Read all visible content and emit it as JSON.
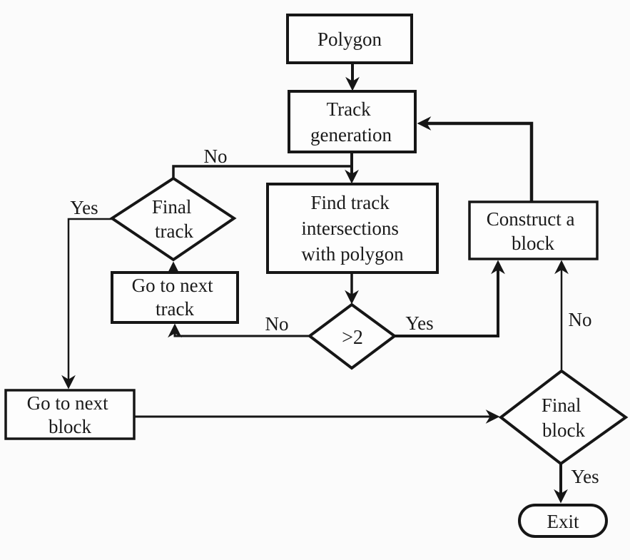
{
  "figure": {
    "type": "flowchart",
    "background_color": "#fbfbfb",
    "stroke_color": "#161616",
    "node_fill_color": "#fdfdfd",
    "text_color": "#1a1a1a"
  },
  "nodes": {
    "polygon": {
      "shape": "rect",
      "lines": [
        "Polygon"
      ]
    },
    "track_generation": {
      "shape": "rect",
      "lines": [
        "Track",
        "generation"
      ]
    },
    "find_track_intersections": {
      "shape": "rect",
      "lines": [
        "Find track",
        "intersections",
        "with polygon"
      ]
    },
    "final_track": {
      "shape": "diamond",
      "lines": [
        "Final",
        "track"
      ]
    },
    "go_to_next_track": {
      "shape": "rect",
      "lines": [
        "Go to next",
        "track"
      ]
    },
    "greater_than_2": {
      "shape": "diamond",
      "lines": [
        ">2"
      ]
    },
    "construct_a_block": {
      "shape": "rect",
      "lines": [
        "Construct a",
        "block"
      ]
    },
    "go_to_next_block": {
      "shape": "rect",
      "lines": [
        "Go to next",
        "block"
      ]
    },
    "final_block": {
      "shape": "diamond",
      "lines": [
        "Final",
        "block"
      ]
    },
    "exit": {
      "shape": "terminator",
      "lines": [
        "Exit"
      ]
    }
  },
  "edge_labels": {
    "final_track_no": "No",
    "final_track_yes": "Yes",
    "greater_than_2_no": "No",
    "greater_than_2_yes": "Yes",
    "final_block_no": "No",
    "final_block_yes": "Yes"
  },
  "edges": [
    {
      "from": "polygon",
      "to": "track_generation",
      "label": ""
    },
    {
      "from": "track_generation",
      "to": "find_track_intersections",
      "label": ""
    },
    {
      "from": "find_track_intersections",
      "to": "greater_than_2",
      "label": ""
    },
    {
      "from": "greater_than_2",
      "to": "go_to_next_track",
      "label": "No"
    },
    {
      "from": "greater_than_2",
      "to": "construct_a_block",
      "label": "Yes"
    },
    {
      "from": "go_to_next_track",
      "to": "final_track",
      "label": ""
    },
    {
      "from": "final_track",
      "to": "find_track_intersections",
      "label": "No"
    },
    {
      "from": "final_track",
      "to": "go_to_next_block",
      "label": "Yes"
    },
    {
      "from": "go_to_next_block",
      "to": "final_block",
      "label": ""
    },
    {
      "from": "final_block",
      "to": "construct_a_block",
      "label": "No"
    },
    {
      "from": "final_block",
      "to": "exit",
      "label": "Yes"
    },
    {
      "from": "construct_a_block",
      "to": "track_generation",
      "label": ""
    }
  ]
}
